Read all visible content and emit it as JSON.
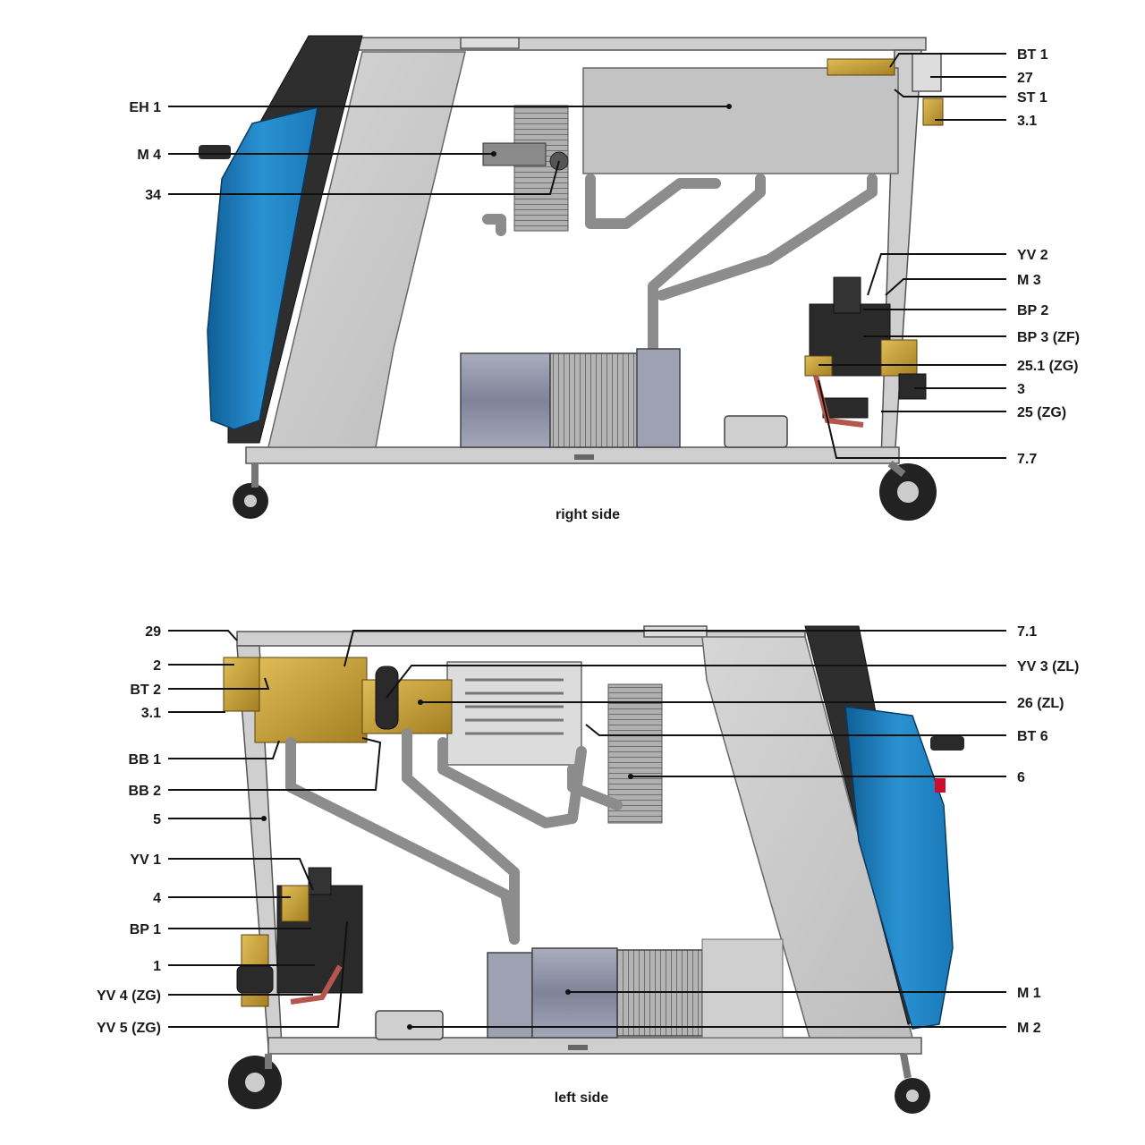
{
  "views": [
    {
      "caption": "right side",
      "labels_right": [
        "BT 1",
        "27",
        "ST 1",
        "3.1",
        "YV 2",
        "M 3",
        "BP 2",
        "BP 3 (ZF)",
        "25.1 (ZG)",
        "3",
        "25 (ZG)",
        "7.7"
      ],
      "labels_left": [
        "EH 1",
        "M 4",
        "34"
      ]
    },
    {
      "caption": "left side",
      "labels_left": [
        "29",
        "2",
        "BT 2",
        "3.1",
        "BB 1",
        "BB 2",
        "5",
        "YV 1",
        "4",
        "BP 1",
        "1",
        "YV 4 (ZG)",
        "YV 5 (ZG)"
      ],
      "labels_right": [
        "7.1",
        "YV 3 (ZL)",
        "26 (ZL)",
        "BT 6",
        "6",
        "M 1",
        "M 2"
      ]
    }
  ],
  "colors": {
    "panel_blue": "#1f86c8",
    "panel_dark": "#2e2e2e",
    "frame_grey": "#c9c9c9",
    "tube_grey": "#9a9a9a",
    "brass": "#c9a23a",
    "motor_blue_grey": "#8e93a8"
  }
}
